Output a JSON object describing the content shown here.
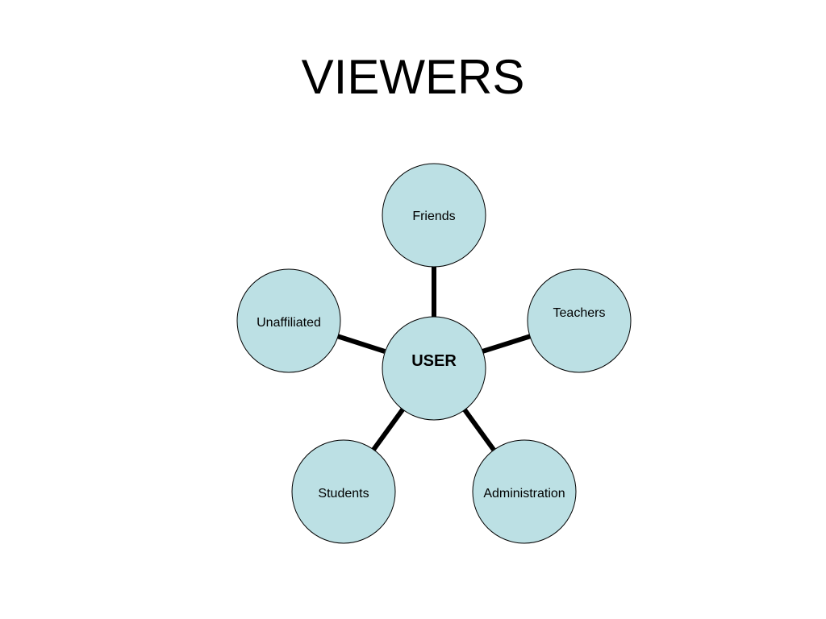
{
  "slide": {
    "title": "VIEWERS"
  },
  "diagram": {
    "center": {
      "label": "USER"
    },
    "nodes": [
      {
        "label": "Friends"
      },
      {
        "label": "Teachers"
      },
      {
        "label": "Administration"
      },
      {
        "label": "Students"
      },
      {
        "label": "Unaffiliated"
      }
    ],
    "colors": {
      "node_fill": "#bce0e4",
      "node_stroke": "#000000",
      "connector": "#000000"
    }
  }
}
